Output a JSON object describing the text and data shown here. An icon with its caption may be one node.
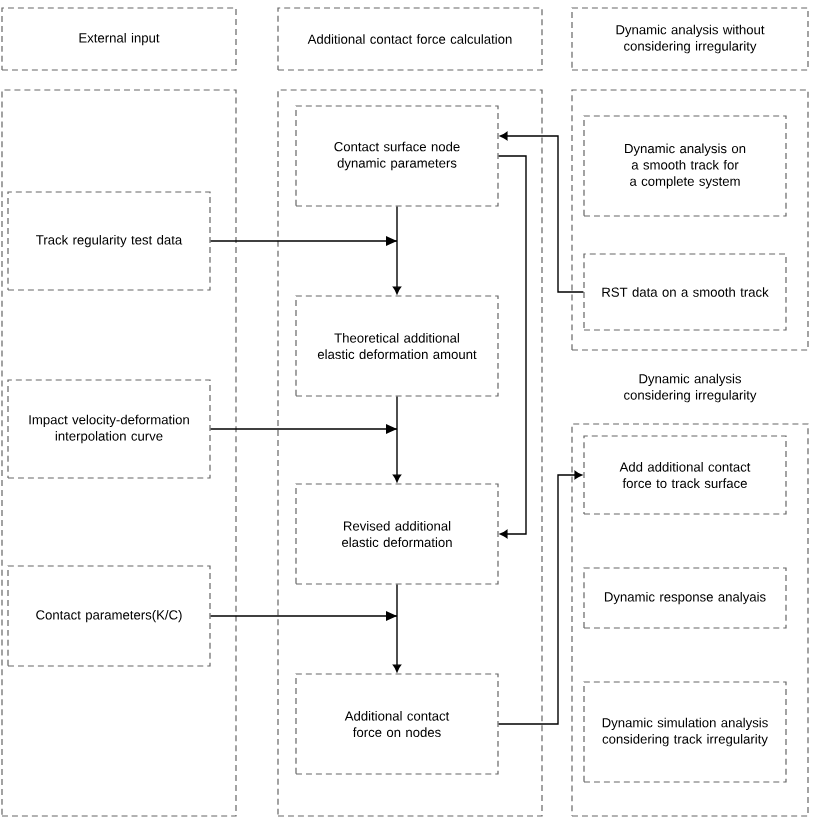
{
  "diagram": {
    "nodes": [
      {
        "text": [
          "External input"
        ]
      },
      {
        "text": [
          "Additional contact force calculation"
        ]
      },
      {
        "text": [
          "Dynamic analysis without considering irregularity"
        ]
      },
      {
        "text": [],
        "shape": "box"
      },
      {
        "text": [],
        "shape": "box"
      },
      {
        "text": [],
        "shape": "box"
      },
      {
        "text": [
          "Dynamic analysis considering irregularity"
        ]
      },
      {
        "text": [
          "Track regularity test data"
        ],
        "in": 3
      },
      {
        "text": [
          "Impact velocity-deformation interpolation curve"
        ],
        "in": 3
      },
      {
        "text": [
          "Contact parameters(K/C)"
        ],
        "in": 3
      },
      {
        "text": [
          "Contact surface node dynamic parameters"
        ],
        "in": 4
      },
      {
        "text": [
          "Theoretical additional elastic deformation amount"
        ],
        "in": 4
      },
      {
        "text": [
          "Revised additional elastic deformation"
        ],
        "in": 4
      },
      {
        "text": [
          "Additional contact force on nodes"
        ],
        "in": 4
      },
      {
        "text": [
          "Dynamic analysis on a smooth track for a complete system"
        ],
        "in": 5
      },
      {
        "text": [
          "RST data on a smooth track"
        ],
        "in": 5
      },
      {
        "text": [
          "Add additional contact force to track surface"
        ],
        "in": 6
      },
      {
        "text": [
          "Dynamic response analyais"
        ],
        "in": 6
      },
      {
        "text": [
          "Dynamic simulation analysis considering track irregularity"
        ],
        "in": 6
      }
    ],
    "edges": [
      {
        "from": 10,
        "to": 11,
        "arrow": "to"
      },
      {
        "from": 7,
        "to": 11,
        "arrow": "to"
      },
      {
        "from": 11,
        "to": 12,
        "arrow": "to"
      },
      {
        "from": 8,
        "to": 12,
        "arrow": "to"
      },
      {
        "from": 12,
        "to": 13,
        "arrow": "to"
      },
      {
        "from": 9,
        "to": 13,
        "arrow": "to"
      },
      {
        "from": 10,
        "to": 12,
        "arrow": "to"
      },
      {
        "from": 15,
        "to": 10,
        "arrow": "to"
      },
      {
        "from": 13,
        "to": 16,
        "arrow": "to"
      }
    ]
  }
}
